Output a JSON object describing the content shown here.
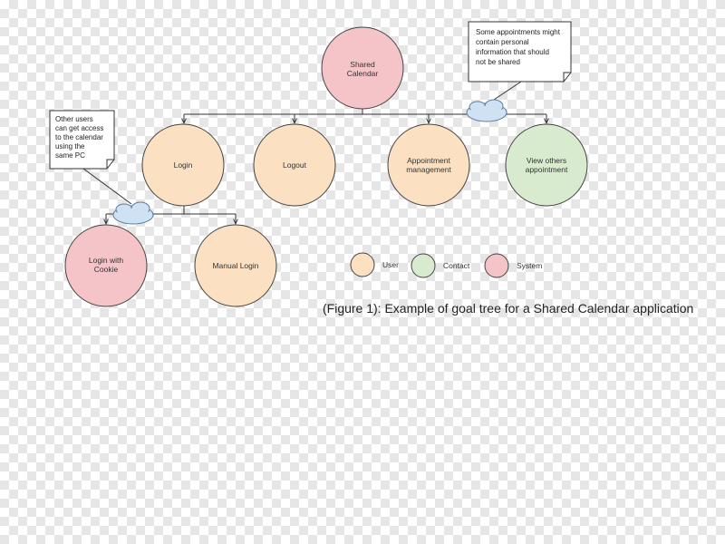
{
  "colors": {
    "user": "#fbe0c2",
    "contact": "#d8ebcf",
    "system": "#f4c4c8",
    "node_stroke": "#444444",
    "edge": "#333333",
    "cloud": "#cfe2f3"
  },
  "nodes": [
    {
      "id": "shared-calendar",
      "lines": [
        "Shared",
        "Calendar"
      ],
      "role": "system"
    },
    {
      "id": "login",
      "lines": [
        "Login"
      ],
      "role": "user"
    },
    {
      "id": "logout",
      "lines": [
        "Logout"
      ],
      "role": "user"
    },
    {
      "id": "appointment-management",
      "lines": [
        "Appointment",
        "management"
      ],
      "role": "user"
    },
    {
      "id": "view-others-appointment",
      "lines": [
        "View others",
        "appointment"
      ],
      "role": "contact"
    },
    {
      "id": "login-with-cookie",
      "lines": [
        "Login with",
        "Cookie"
      ],
      "role": "system"
    },
    {
      "id": "manual-login",
      "lines": [
        "Manual Login"
      ],
      "role": "user"
    }
  ],
  "notes": [
    {
      "id": "privacy-note",
      "lines": [
        "Some appointments might",
        "contain personal",
        "information that should",
        "not be shared"
      ]
    },
    {
      "id": "shared-pc-note",
      "lines": [
        "Other users",
        "can get access",
        "to the calendar",
        "using the",
        "same PC"
      ]
    }
  ],
  "legend": [
    {
      "label": "User",
      "role": "user"
    },
    {
      "label": "Contact",
      "role": "contact"
    },
    {
      "label": "System",
      "role": "system"
    }
  ],
  "caption": "(Figure 1): Example of goal tree for a Shared Calendar application"
}
